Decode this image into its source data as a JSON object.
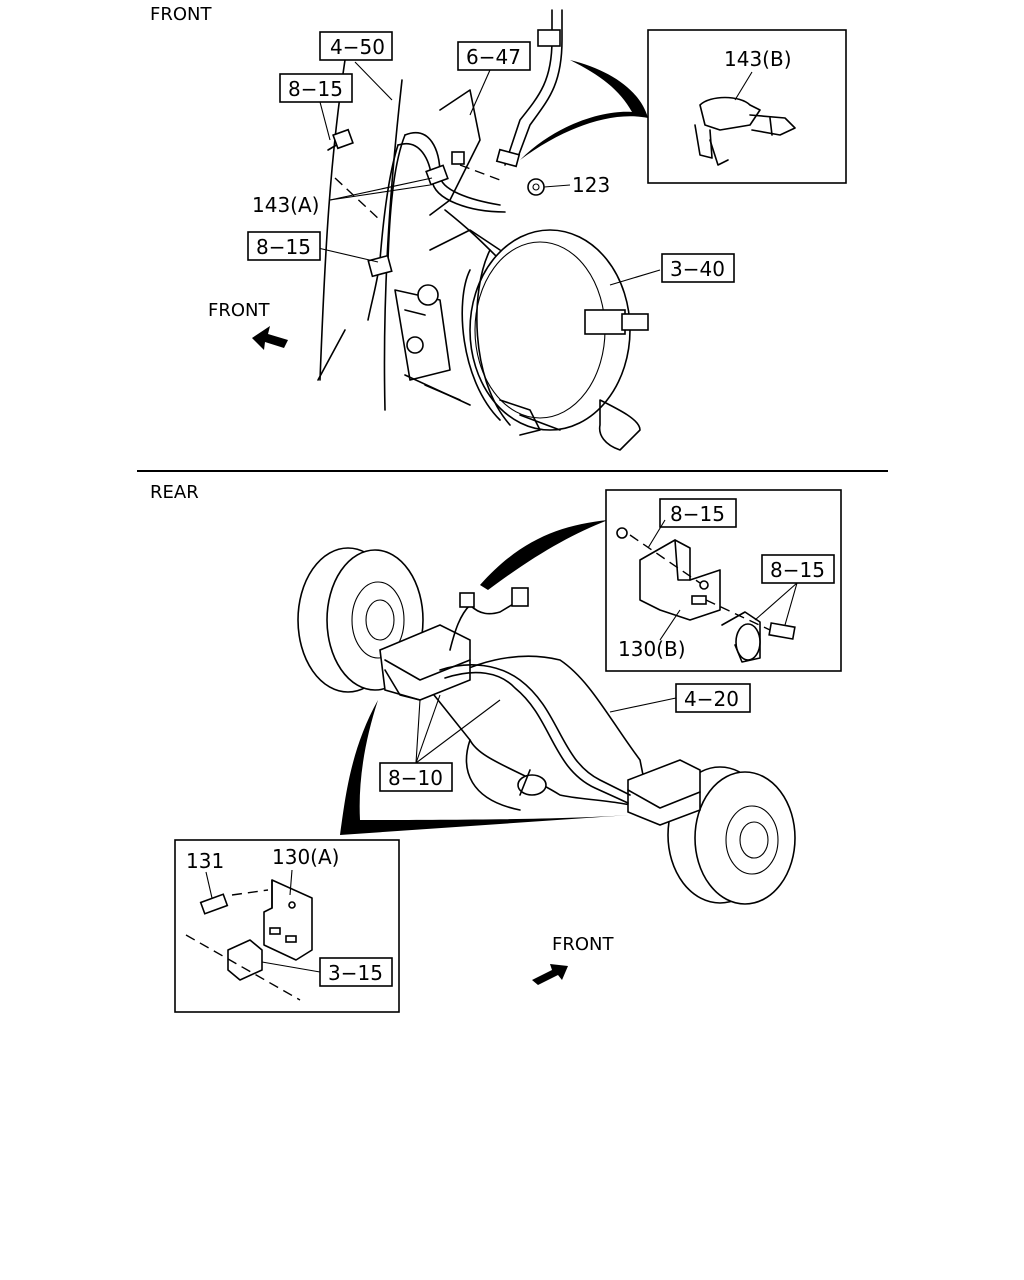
{
  "sections": {
    "top": "FRONT",
    "bottom": "REAR"
  },
  "arrows": {
    "top_front": "FRONT",
    "bottom_front": "FRONT"
  },
  "callouts_top": {
    "ref_4_50": "4−50",
    "ref_6_47": "6−47",
    "ref_8_15_a": "8−15",
    "ref_8_15_b": "8−15",
    "ref_3_40": "3−40",
    "part_143a": "143(A)",
    "part_123": "123",
    "part_143b": "143(B)"
  },
  "callouts_bottom": {
    "ref_8_15_c": "8−15",
    "ref_8_15_d": "8−15",
    "part_130b": "130(B)",
    "ref_4_20": "4−20",
    "ref_8_10": "8−10",
    "part_131": "131",
    "part_130a": "130(A)",
    "ref_3_15": "3−15"
  }
}
